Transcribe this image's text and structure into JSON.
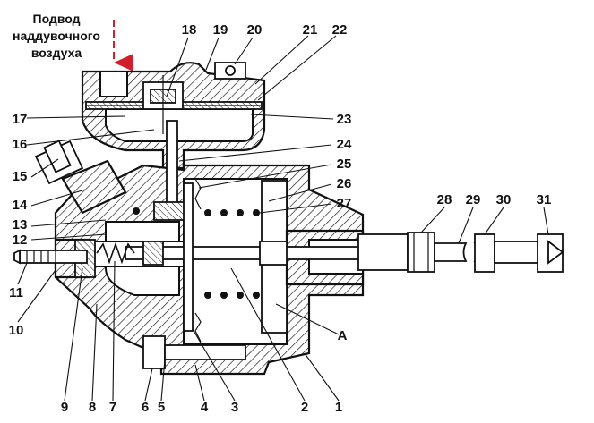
{
  "caption": [
    "Подвод",
    "наддувочного",
    "воздуха"
  ],
  "callouts": [
    "1",
    "2",
    "3",
    "4",
    "5",
    "6",
    "7",
    "8",
    "9",
    "10",
    "11",
    "12",
    "13",
    "14",
    "15",
    "16",
    "17",
    "18",
    "19",
    "20",
    "21",
    "22",
    "23",
    "24",
    "25",
    "26",
    "27",
    "28",
    "29",
    "30",
    "31",
    "A"
  ],
  "colors": {
    "ink": "#111111",
    "background": "#ffffff"
  }
}
